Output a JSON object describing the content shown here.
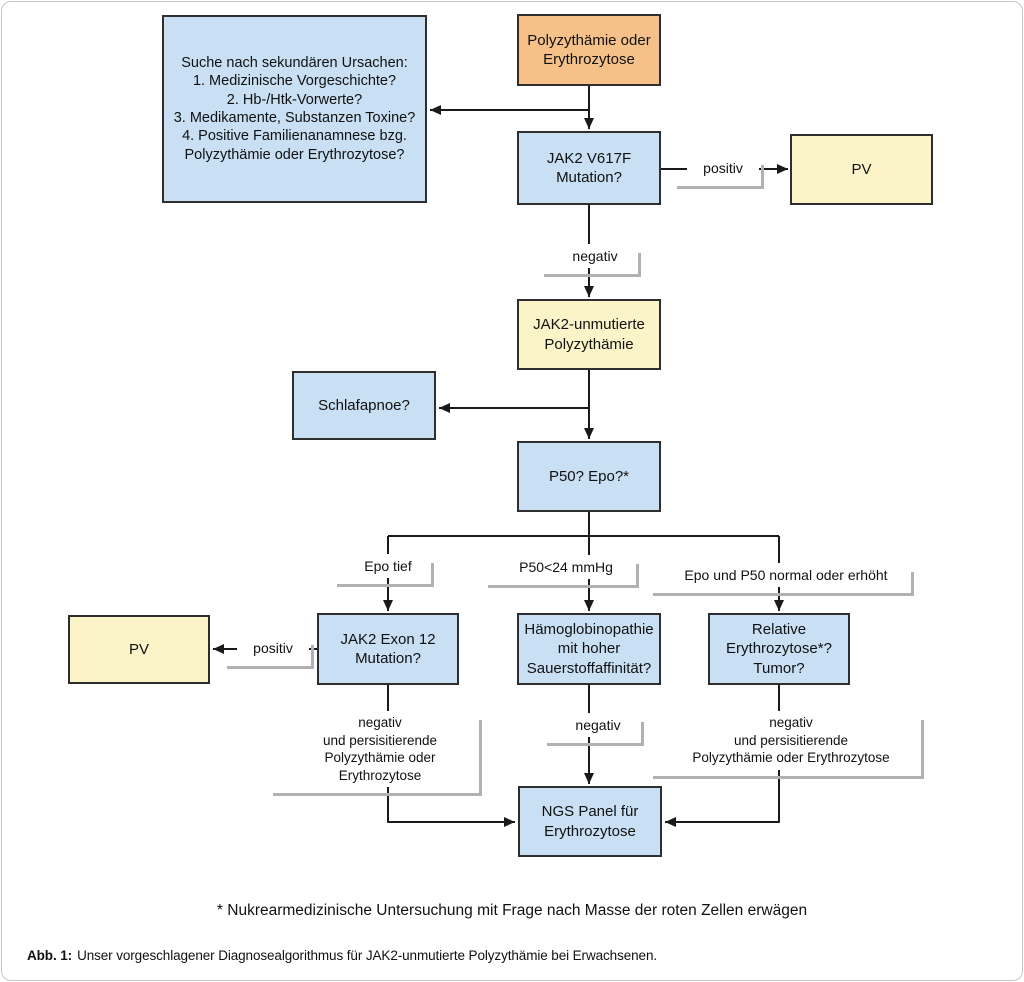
{
  "diagram": {
    "nodes": {
      "secondary_causes": "Suche nach sekundären Ursachen:\n1. Medizinische Vorgeschichte?\n2. Hb-/Htk-Vorwerte?\n3. Medikamente, Substanzen Toxine?\n4. Positive Familienanamnese bzg.\nPolyzythämie oder Erythrozytose?",
      "start": "Polyzythämie oder\nErythrozytose",
      "jak2_v617f": "JAK2 V617F\nMutation?",
      "pv_top": "PV",
      "jak2_unmutiert": "JAK2-unmutierte\nPolyzythämie",
      "schlafapnoe": "Schlafapnoe?",
      "p50_epo": "P50? Epo?*",
      "jak2_exon12": "JAK2 Exon 12\nMutation?",
      "pv_left": "PV",
      "haemoglobinopathie": "Hämoglobinopathie\nmit hoher\nSauerstoffaffinität?",
      "relative_erythrozytose": "Relative\nErythrozytose*?\nTumor?",
      "ngs_panel": "NGS Panel für\nErythrozytose"
    },
    "edge_labels": {
      "positiv_top": "positiv",
      "negativ_jak2": "negativ",
      "epo_tief": "Epo tief",
      "p50_unter_24": "P50<24 mmHg",
      "epo_p50_normal": "Epo und P50 normal oder erhöht",
      "positiv_exon12": "positiv",
      "negativ_persist_links": "negativ\nund persisitierende\nPolyzythämie oder Erythrozytose",
      "negativ_mitte": "negativ",
      "negativ_persist_rechts": "negativ\nund persisitierende\nPolyzythämie oder Erythrozytose"
    },
    "footnote": "* Nukrearmedizinische Untersuchung mit Frage nach Masse der roten Zellen erwägen",
    "caption_label": "Abb. 1:",
    "caption_text": "Unser vorgeschlagener Diagnosealgorithmus für JAK2-unmutierte Polyzythämie bei Erwachsenen.",
    "colors": {
      "node_blue": "#C9DFF3",
      "node_yellow": "#FAF4C8",
      "node_orange": "#F5C189",
      "node_border": "#2E2E2E",
      "connector": "#1A1A1A",
      "label_shadow": "#B1B1B1",
      "frame": "#C6C6C6"
    }
  }
}
